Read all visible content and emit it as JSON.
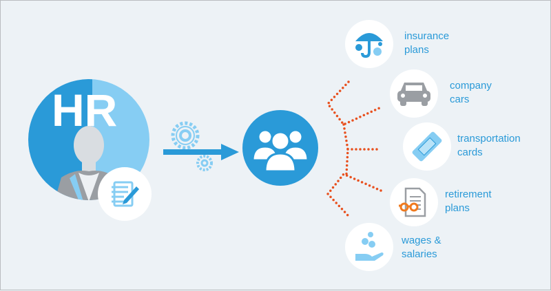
{
  "hr_badge": {
    "text": "HR"
  },
  "services": [
    {
      "line1": "insurance",
      "line2": "plans",
      "icon": "umbrella-money-icon"
    },
    {
      "line1": "company",
      "line2": "cars",
      "icon": "car-icon"
    },
    {
      "line1": "transportation",
      "line2": "cards",
      "icon": "ticket-icon"
    },
    {
      "line1": "retirement",
      "line2": "plans",
      "icon": "document-glasses-icon"
    },
    {
      "line1": "wages &",
      "line2": "salaries",
      "icon": "hand-coins-icon"
    }
  ],
  "colors": {
    "primary": "#2a9ad8",
    "light": "#86cdf3",
    "connector": "#e8501e",
    "background": "#edf2f6"
  }
}
